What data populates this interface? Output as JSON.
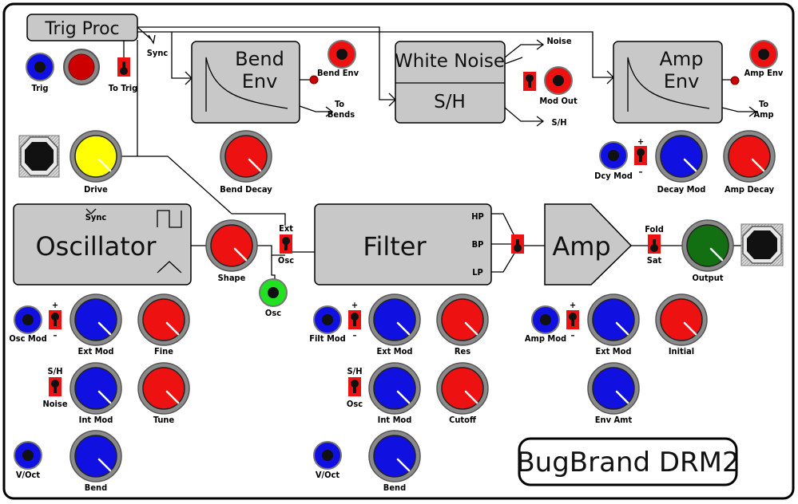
{
  "brand": "BugBrand DRM2",
  "modules": {
    "trig_proc": "Trig Proc",
    "bend_env_1": "Bend",
    "bend_env_2": "Env",
    "white_noise": "White Noise",
    "sh": "S/H",
    "amp_env_1": "Amp",
    "amp_env_2": "Env",
    "oscillator": "Oscillator",
    "filter": "Filter",
    "amp": "Amp"
  },
  "labels": {
    "trig": "Trig",
    "to_trig": "To Trig",
    "sync_top": "Sync",
    "bend_env_out": "Bend Env",
    "to": "To",
    "bends": "Bends",
    "noise": "Noise",
    "mod_out": "Mod Out",
    "sh_out": "S/H",
    "amp_env_out": "Amp Env",
    "to_amp": "Amp",
    "plus": "+",
    "minus": "–",
    "dcy_mod": "Dcy Mod",
    "decay_mod": "Decay Mod",
    "amp_decay": "Amp Decay",
    "drive": "Drive",
    "bend_decay": "Bend Decay",
    "osc_sync": "Sync",
    "shape": "Shape",
    "ext": "Ext",
    "osc_sw": "Osc",
    "osc_out": "Osc",
    "hp": "HP",
    "bp": "BP",
    "lp": "LP",
    "fold": "Fold",
    "sat": "Sat",
    "output": "Output",
    "osc_mod": "Osc Mod",
    "ext_mod": "Ext Mod",
    "fine": "Fine",
    "sh_sw": "S/H",
    "noise_sw": "Noise",
    "int_mod": "Int Mod",
    "tune": "Tune",
    "voct": "V/Oct",
    "bend": "Bend",
    "filt_mod": "Filt Mod",
    "res": "Res",
    "filt_sw_osc": "Osc",
    "cutoff": "Cutoff",
    "amp_mod": "Amp Mod",
    "initial": "Initial",
    "env_amt": "Env Amt"
  },
  "colors": {
    "panel": "#ffffff",
    "module": "#c8c8c8",
    "blue": "#1010e0",
    "red": "#ee1111",
    "yellow": "#ffff00",
    "green": "#127012",
    "led_green": "#22e022",
    "knob_ring": "#8a8a8a",
    "switch": "#ee1111"
  }
}
